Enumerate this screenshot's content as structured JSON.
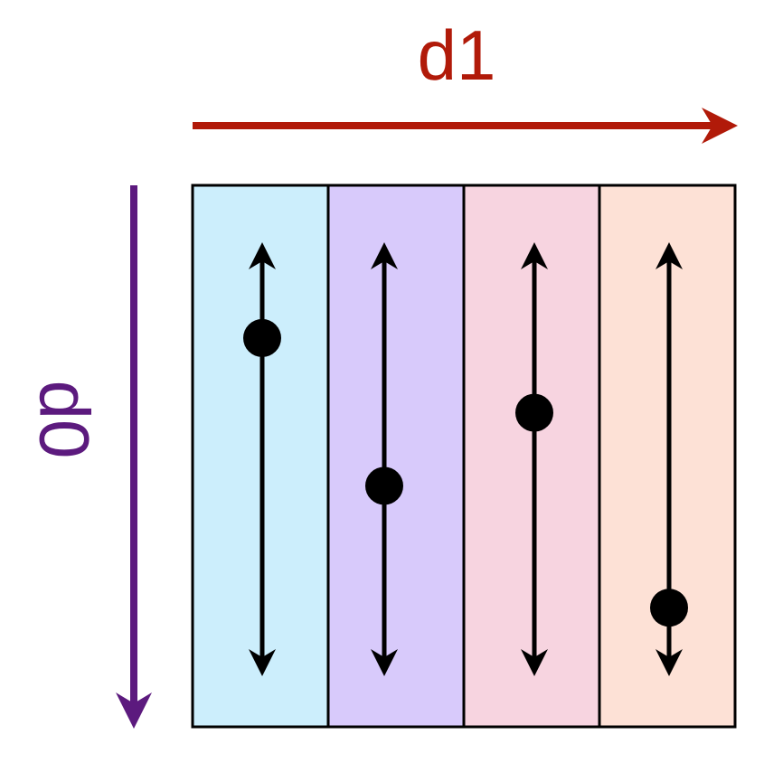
{
  "axes": {
    "horizontal": {
      "label": "d1",
      "color": "#B11A09"
    },
    "vertical": {
      "label": "d0",
      "color": "#5C1A7E"
    }
  },
  "columns": [
    {
      "fill": "#CCEEFC",
      "dot_level": 0.282
    },
    {
      "fill": "#D8CAFB",
      "dot_level": 0.555
    },
    {
      "fill": "#F7D4E0",
      "dot_level": 0.42
    },
    {
      "fill": "#FDE1D6",
      "dot_level": 0.78
    }
  ],
  "colors": {
    "grid_border": "#000000",
    "marker": "#000000"
  }
}
